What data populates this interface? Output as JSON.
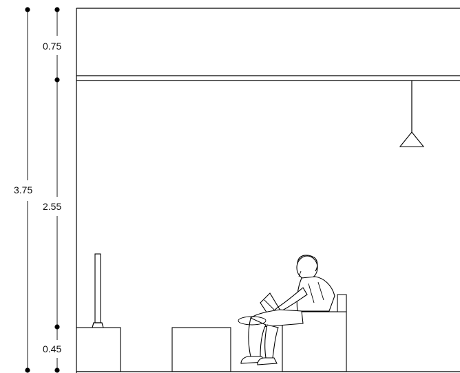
{
  "dimensions": {
    "total_height": "3.75",
    "ceiling_void": "0.75",
    "room_height": "2.55",
    "furniture_height": "0.45"
  }
}
